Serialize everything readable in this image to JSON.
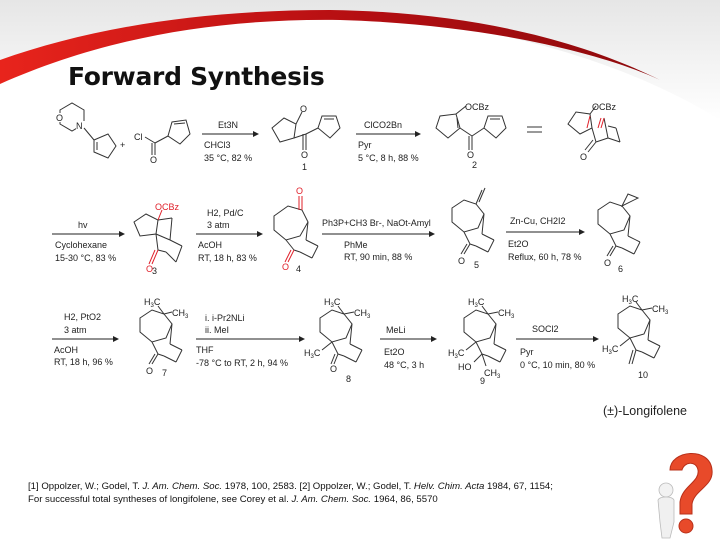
{
  "slide": {
    "title": "Forward Synthesis",
    "accent_color": "#c8141c"
  },
  "reactions": [
    {
      "id": "step1",
      "above": "Et3N",
      "below": [
        "CHCl3",
        "35 °C, 82 %"
      ],
      "product": "1"
    },
    {
      "id": "step2",
      "above": "ClCO2Bn",
      "below": [
        "Pyr",
        "5 °C, 8 h, 88 %"
      ],
      "product": "2"
    },
    {
      "id": "step3",
      "above": "hv",
      "below": [
        "Cyclohexane",
        "15-30 °C, 83 %"
      ],
      "product": "3"
    },
    {
      "id": "step4",
      "above": [
        "H2, Pd/C",
        "3 atm"
      ],
      "below": [
        "AcOH",
        "RT, 18 h, 83 %"
      ],
      "product": "4"
    },
    {
      "id": "step5",
      "above": "Ph3P+CH3 Br-, NaOt-Amyl",
      "below": [
        "PhMe",
        "RT, 90 min, 88 %"
      ],
      "product": "5"
    },
    {
      "id": "step6",
      "above": "Zn-Cu, CH2I2",
      "below": [
        "Et2O",
        "Reflux, 60 h, 78 %"
      ],
      "product": "6"
    },
    {
      "id": "step7",
      "above": [
        "H2, PtO2",
        "3 atm"
      ],
      "below": [
        "AcOH",
        "RT, 18 h, 96 %"
      ],
      "product": "7"
    },
    {
      "id": "step8",
      "above": [
        "i. i-Pr2NLi",
        "ii. MeI"
      ],
      "below": [
        "THF",
        "-78 °C to RT, 2 h, 94 %"
      ],
      "product": "8"
    },
    {
      "id": "step9",
      "above": "MeLi",
      "below": [
        "Et2O",
        "48 °C, 3 h"
      ],
      "product": "9"
    },
    {
      "id": "step10",
      "above": "SOCl2",
      "below": [
        "Pyr",
        "0 °C, 10 min, 80 %"
      ],
      "product": "10"
    }
  ],
  "labels": {
    "plus": "+",
    "cl": "Cl",
    "o": "O",
    "n": "N",
    "ocbz": "OCBz",
    "ho": "HO",
    "equals": "="
  },
  "product_name": "(±)-Longifolene",
  "references": {
    "ref1_prefix": "[1] Oppolzer, W.; Godel, T. ",
    "ref1_journal": "J. Am. Chem. Soc.",
    "ref1_suffix": " 1978, 100, 2583. ",
    "ref2_prefix": "[2] Oppolzer, W.; Godel, T. ",
    "ref2_journal": "Helv. Chim. Acta",
    "ref2_suffix": " 1984, 67, 1154;",
    "ref3_prefix": "For successful total syntheses of longifolene, see Corey et al. ",
    "ref3_journal": "J. Am. Chem. Soc.",
    "ref3_suffix": " 1964, 86, 5570"
  },
  "decor": {
    "question_mark_icon": "question-mark-figure"
  }
}
